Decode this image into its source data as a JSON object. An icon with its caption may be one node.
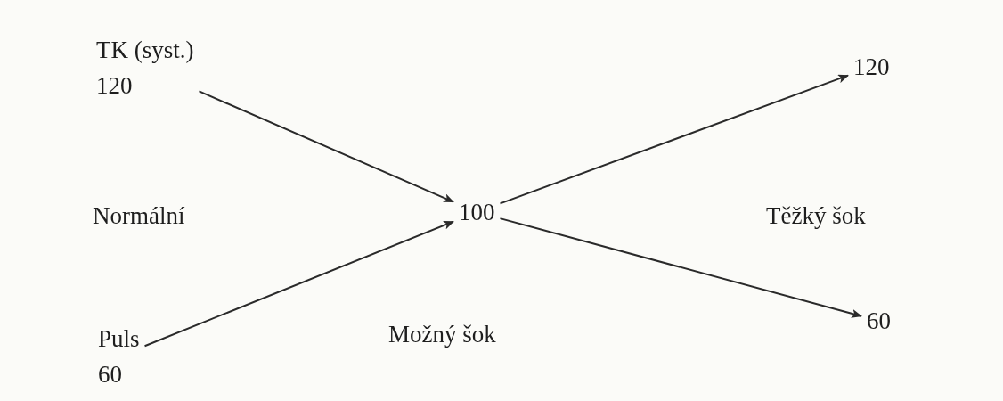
{
  "diagram": {
    "nodes": [
      {
        "text": [
          "TK (syst.)",
          "120"
        ]
      },
      {
        "text": [
          "Puls",
          "60"
        ]
      },
      {
        "text": [
          "100"
        ]
      },
      {
        "text": [
          "120"
        ]
      },
      {
        "text": [
          "60"
        ]
      }
    ],
    "edges": [
      {
        "from": 0,
        "to": 2,
        "arrow": "to"
      },
      {
        "from": 1,
        "to": 2,
        "arrow": "to"
      },
      {
        "from": 2,
        "to": 3,
        "arrow": "to"
      },
      {
        "from": 2,
        "to": 4,
        "arrow": "to"
      }
    ],
    "labels": [
      "Normální",
      "Těžký šok",
      "Možný šok"
    ]
  }
}
